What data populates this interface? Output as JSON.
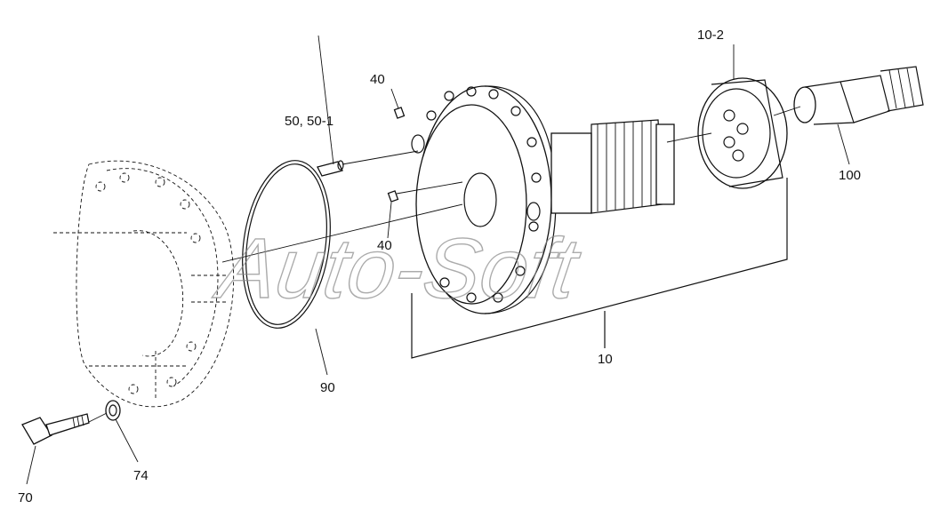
{
  "labels": {
    "p10_2": "10-2",
    "p40_top": "40",
    "p50": "50, 50-1",
    "p100": "100",
    "p40_mid": "40",
    "p90": "90",
    "p10": "10",
    "p74": "74",
    "p70": "70"
  },
  "watermark": "Auto-Soft"
}
